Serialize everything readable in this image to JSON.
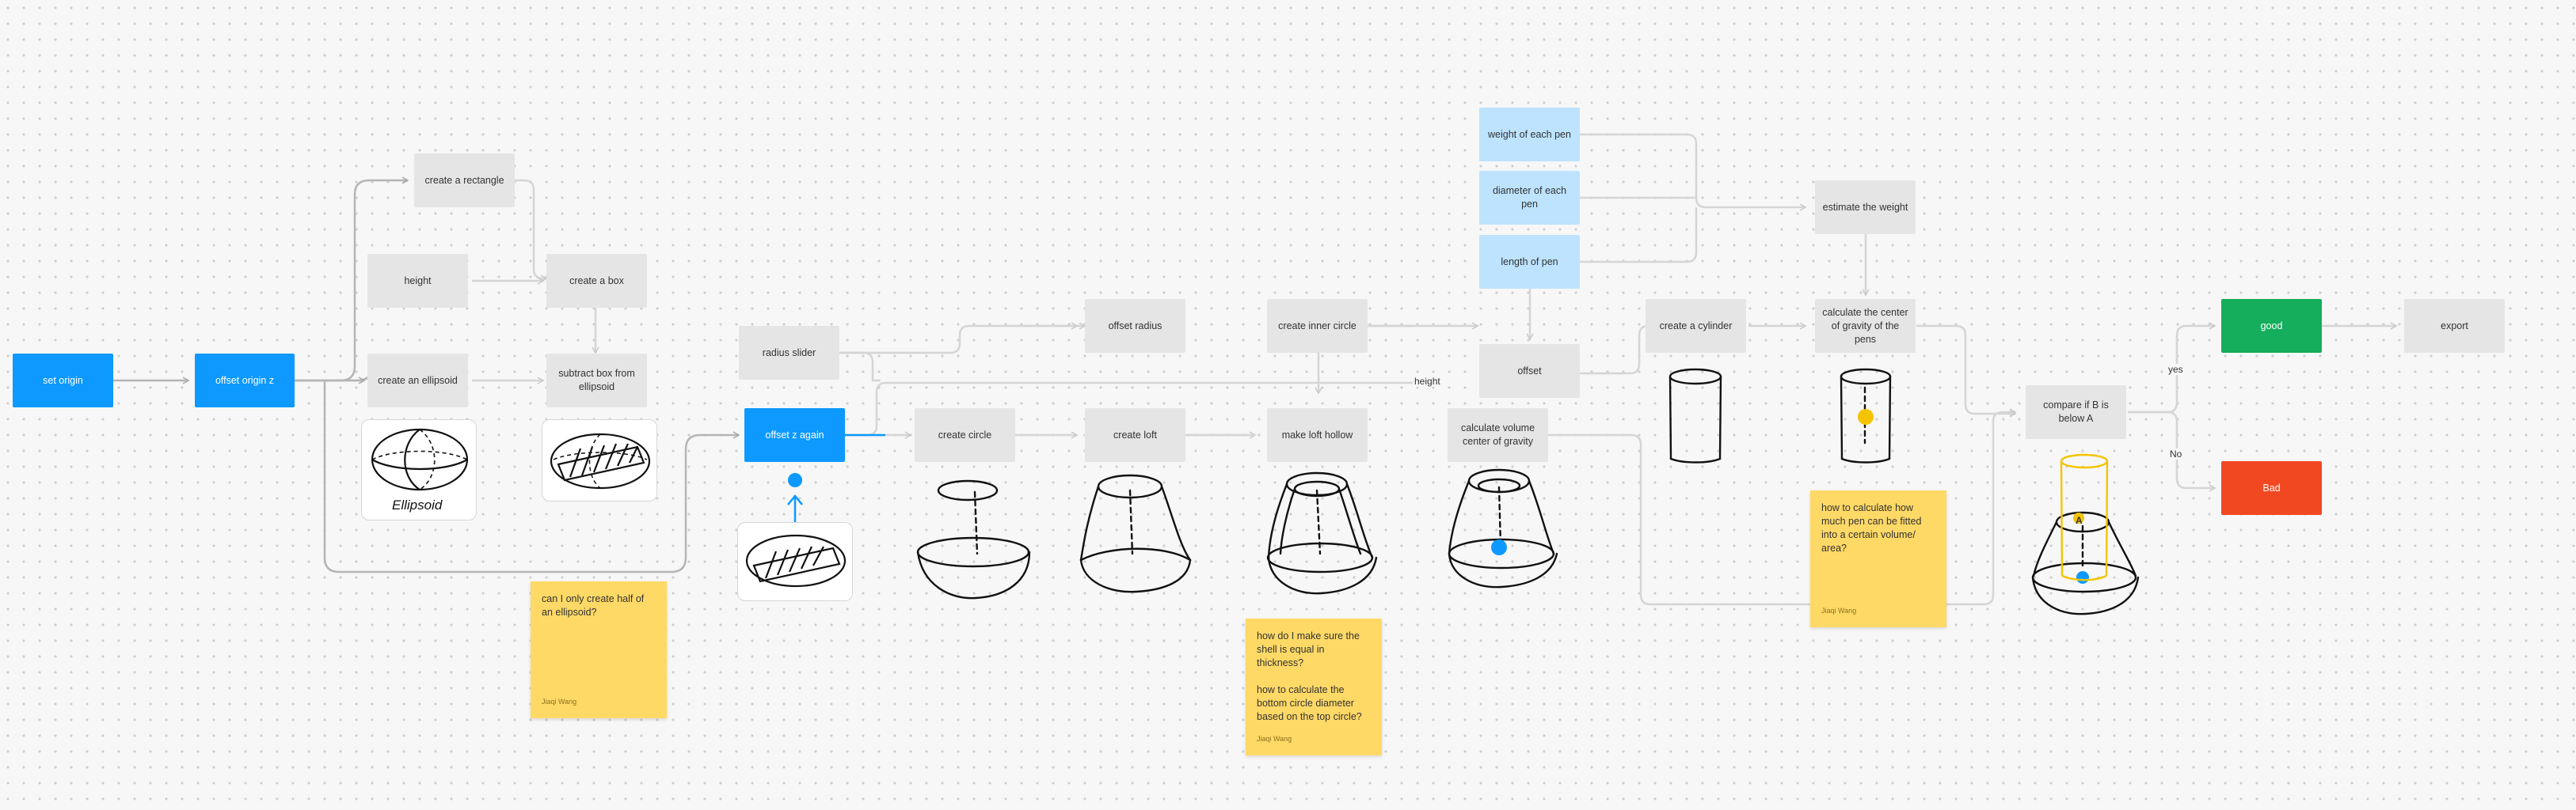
{
  "nodes": {
    "set_origin": "set origin",
    "offset_origin_z": "offset origin z",
    "create_rectangle": "create a rectangle",
    "height": "height",
    "create_box": "create a box",
    "create_ellipsoid": "create an ellipsoid",
    "subtract_box": "subtract box from ellipsoid",
    "radius_slider": "radius slider",
    "offset_z_again": "offset z again",
    "create_circle": "create circle",
    "offset_radius": "offset radius",
    "create_loft": "create loft",
    "create_inner_circle": "create inner circle",
    "make_loft_hollow": "make loft hollow",
    "calc_volume": "calculate volume center of gravity",
    "weight_pen": "weight of each pen",
    "diameter_pen": "diameter of each pen",
    "length_pen": "length of pen",
    "offset": "offset",
    "create_cylinder": "create a cylinder",
    "estimate_weight": "estimate the weight",
    "calc_center": "calculate the center of gravity of the pens",
    "compare": "compare if B is below A",
    "good": "good",
    "bad": "Bad",
    "export": "export"
  },
  "edge_labels": {
    "height": "height",
    "yes": "yes",
    "no": "No"
  },
  "stickies": [
    {
      "text": "can I only create half of an ellipsoid?",
      "author": "Jiaqi Wang"
    },
    {
      "text": "how do I make sure the shell is equal in thickness?\n\nhow to calculate the bottom circle diameter based on the top circle?",
      "author": "Jiaqi Wang"
    },
    {
      "text": "how to calculate how much pen can be fitted into a certain volume/ area?",
      "author": "Jiaqi Wang"
    }
  ],
  "sketches": {
    "ellipsoid_caption": "Ellipsoid",
    "compare_marker": "A"
  },
  "colors": {
    "blue_node": "#0d99ff",
    "light_blue_node": "#bde3ff",
    "grey_node": "#e5e5e5",
    "green_node": "#14ae5c",
    "red_node": "#f24822",
    "sticky": "#ffd966",
    "connector": "#d5d5d5",
    "highlight_yellow": "#f5c400"
  },
  "icons": [
    "ellipsoid-sketch",
    "cut-ellipsoid-sketch",
    "circle-sketch",
    "loft-sketch",
    "hollow-loft-sketch",
    "gravity-loft-sketch",
    "cylinder-sketch",
    "pen-cylinder-sketch",
    "compare-sketch",
    "up-arrow-icon"
  ]
}
